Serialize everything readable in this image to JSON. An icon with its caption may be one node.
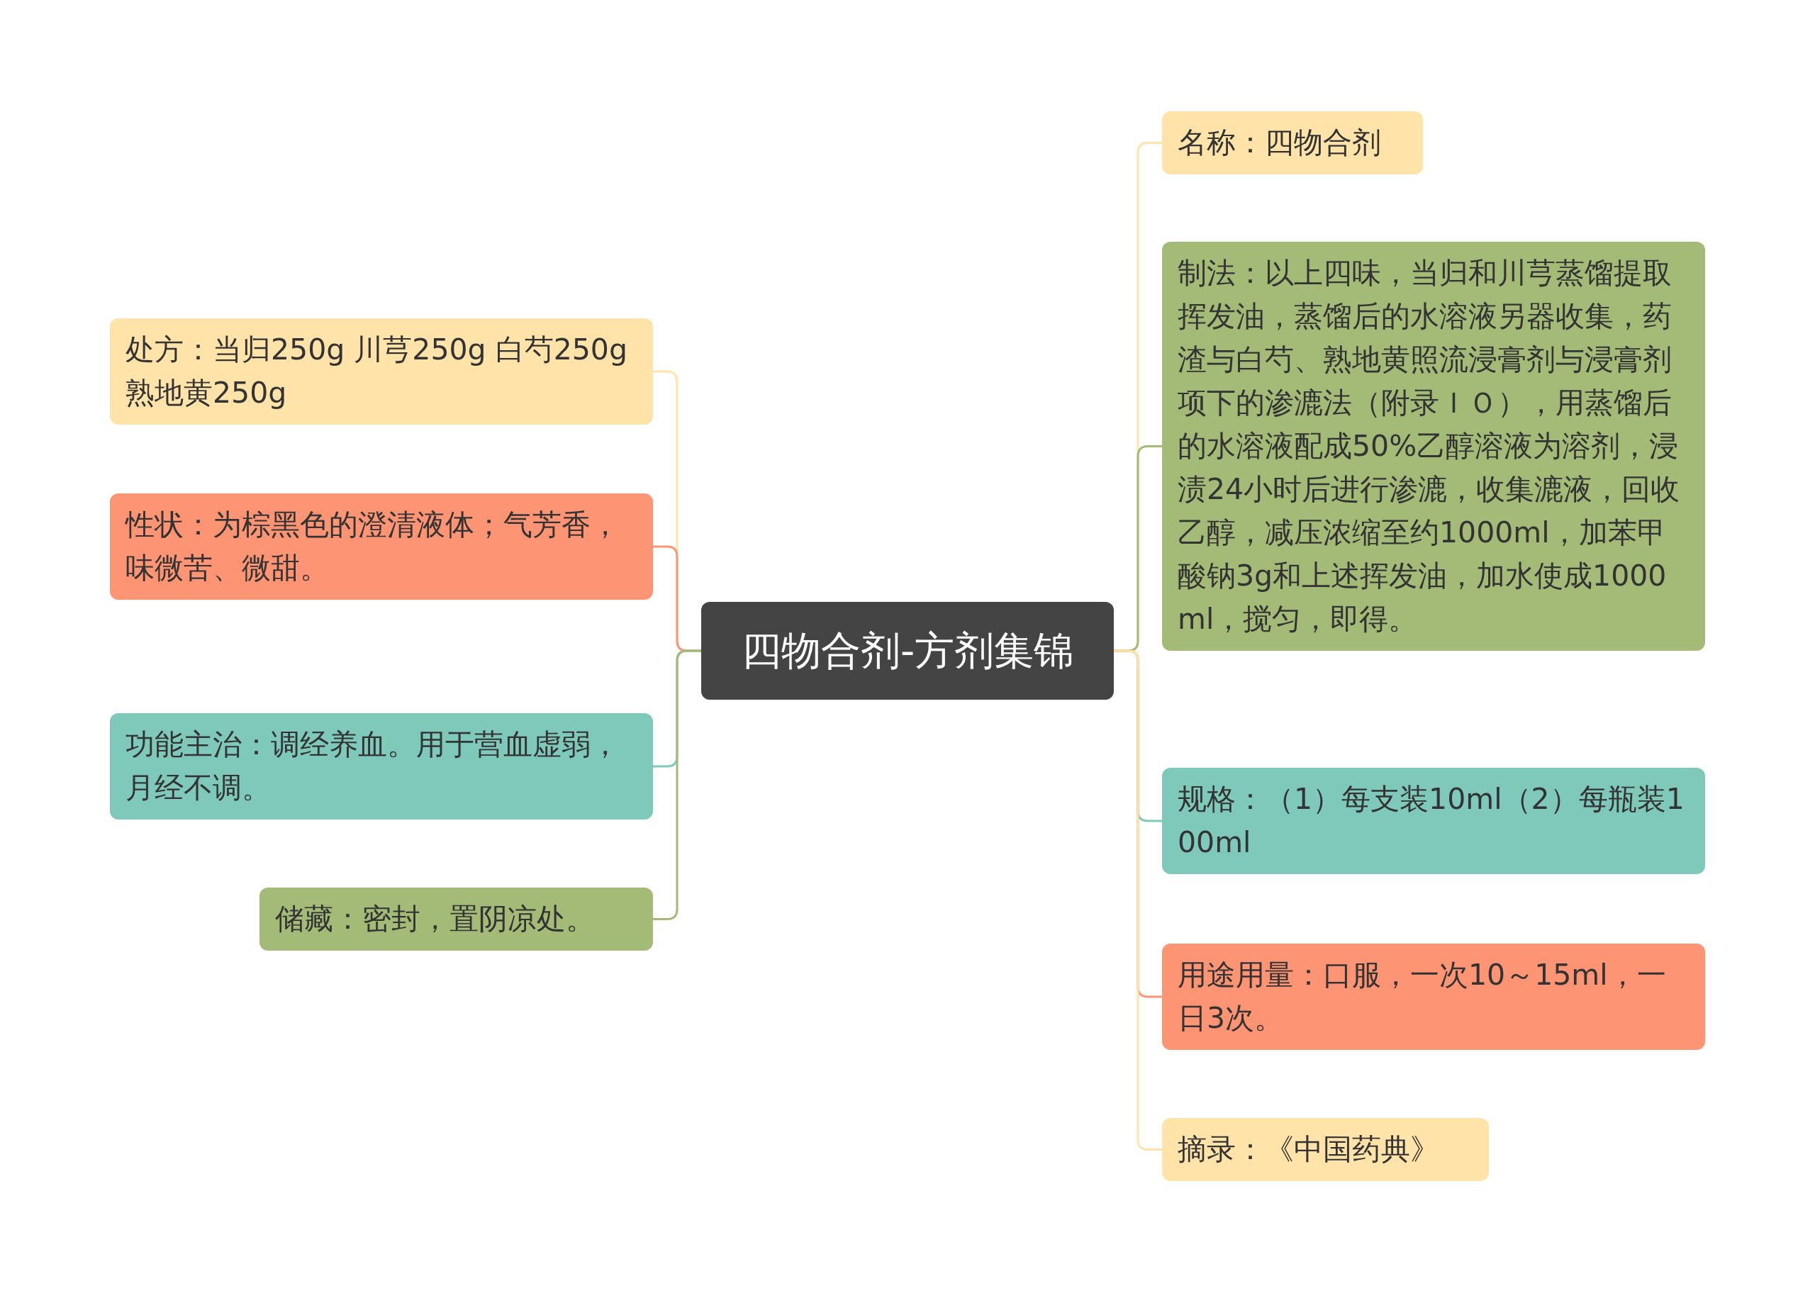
{
  "diagram": {
    "nodes": [
      {
        "text": [
          "四物合剂-方剂集锦"
        ]
      },
      {
        "text": [
          "处方：当归250g 川芎250g 白芍250g 熟地黄250g"
        ]
      },
      {
        "text": [
          "性状：为棕黑色的澄清液体；气芳香，味微苦、微甜。"
        ]
      },
      {
        "text": [
          "功能主治：调经养血。用于营血虚弱，月经不调。"
        ]
      },
      {
        "text": [
          "储藏：密封，置阴凉处。"
        ]
      },
      {
        "text": [
          "名称：四物合剂"
        ]
      },
      {
        "text": [
          "制法：以上四味，当归和川芎蒸馏提取挥发油，蒸馏后的水溶液另器收集，药渣与白芍、熟地黄照流浸膏剂与浸膏剂项下的渗漉法（附录ＩＯ），用蒸馏后的水溶液配成50%乙醇溶液为溶剂，浸渍24小时后进行渗漉，收集漉液，回收乙醇，减压浓缩至约1000ml，加苯甲酸钠3g和上述挥发油，加水使成1000ml，搅匀，即得。"
        ]
      },
      {
        "text": [
          "规格：（1）每支装10ml（2）每瓶装100ml"
        ]
      },
      {
        "text": [
          "用途用量：口服，一次10～15ml，一日3次。"
        ]
      },
      {
        "text": [
          "摘录：《中国药典》"
        ]
      }
    ],
    "edges": [
      {
        "from": 0,
        "to": 1,
        "arrow": "none",
        "color": "#ffe3a8"
      },
      {
        "from": 0,
        "to": 2,
        "arrow": "none",
        "color": "#fd9473"
      },
      {
        "from": 0,
        "to": 3,
        "arrow": "none",
        "color": "#7fc9bb"
      },
      {
        "from": 0,
        "to": 4,
        "arrow": "none",
        "color": "#a3bb76"
      },
      {
        "from": 0,
        "to": 5,
        "arrow": "none",
        "color": "#ffe3a8"
      },
      {
        "from": 0,
        "to": 6,
        "arrow": "none",
        "color": "#a3bb76"
      },
      {
        "from": 0,
        "to": 7,
        "arrow": "none",
        "color": "#7fc9bb"
      },
      {
        "from": 0,
        "to": 8,
        "arrow": "none",
        "color": "#fd9473"
      },
      {
        "from": 0,
        "to": 9,
        "arrow": "none",
        "color": "#ffe3a8"
      }
    ]
  }
}
